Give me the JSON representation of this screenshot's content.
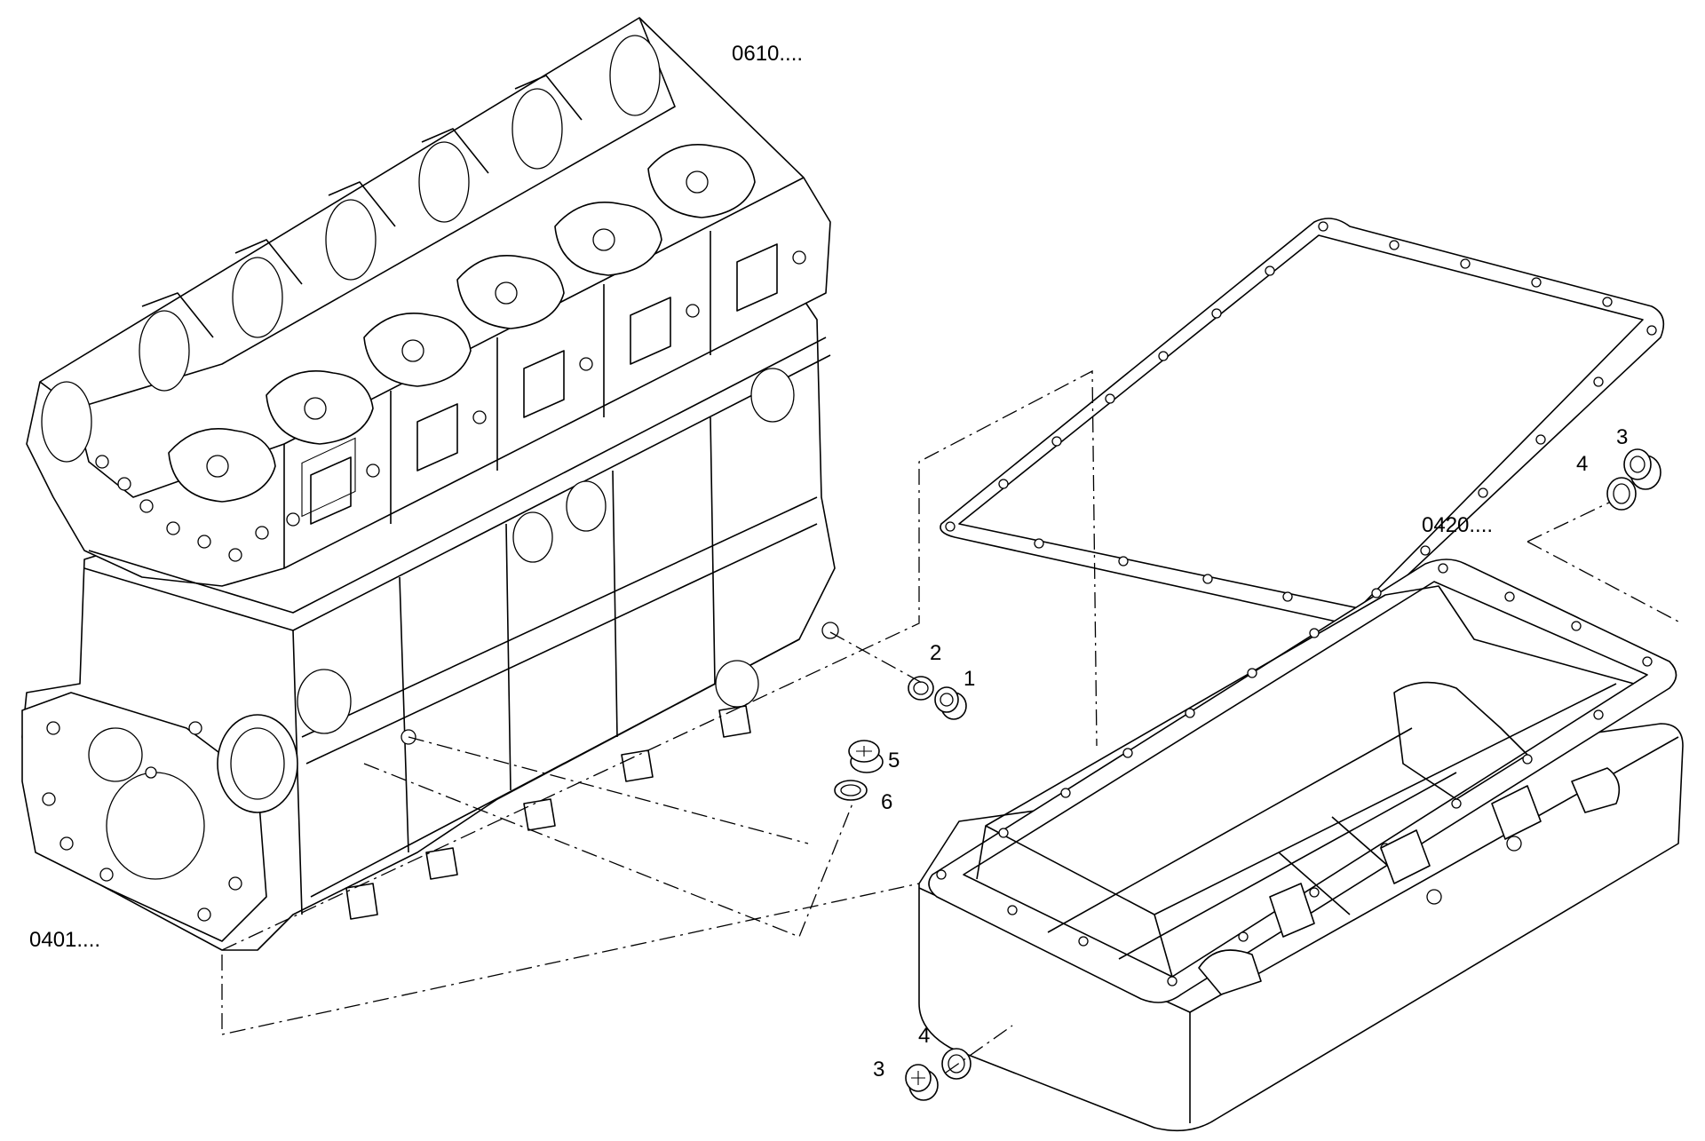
{
  "labels": {
    "cylinder_head": "0610....",
    "engine_block": "0401....",
    "oil_pan": "0420...."
  },
  "callouts": {
    "plug_upper": "1",
    "seal_upper": "2",
    "plug_pan_right": "3",
    "seal_pan_right": "4",
    "plug_pan_bottom": "3",
    "seal_pan_bottom": "4",
    "plug_mid": "5",
    "seal_mid": "6"
  }
}
